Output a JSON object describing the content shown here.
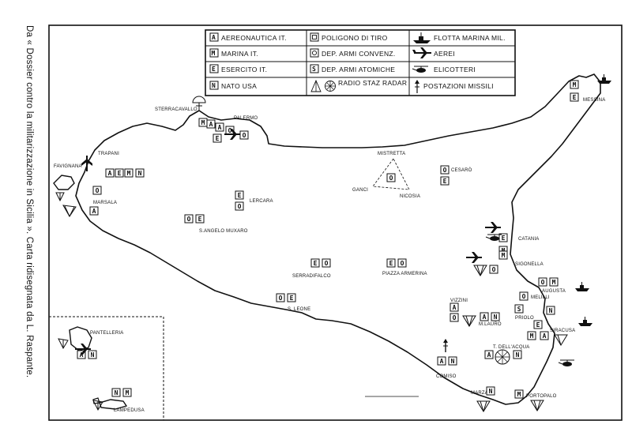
{
  "caption": "Da « Dossier contro la militarizzazione in Sicilia ». Carta ridisegnata da L. Raspante.",
  "legend": [
    {
      "code": "A",
      "label": "AEREONAUTICA IT."
    },
    {
      "code": "O",
      "label": "POLIGONO DI TIRO"
    },
    {
      "code": "",
      "label": "FLOTTA MARINA MIL."
    },
    {
      "code": "M",
      "label": "MARINA IT."
    },
    {
      "code": "O",
      "label": "DEP. ARMI CONVENZ."
    },
    {
      "code": "",
      "label": "AEREI"
    },
    {
      "code": "E",
      "label": "ESERCITO IT."
    },
    {
      "code": "S",
      "label": "DEP. ARMI ATOMICHE"
    },
    {
      "code": "",
      "label": "ELICOTTERI"
    },
    {
      "code": "N",
      "label": "NATO USA"
    },
    {
      "code": "",
      "label": "RADIO STAZ RADAR"
    },
    {
      "code": "",
      "label": "POSTAZIONI MISSILI"
    }
  ],
  "places": {
    "sterracavallo": "STERRACAVALLO",
    "palermo": "PALERMO",
    "trapani": "TRAPANI",
    "favignana": "FAVIGNANA",
    "marsala": "MARSALA",
    "lercara": "LERCARA",
    "sangelo": "S.ANGELO MUXARO",
    "mistretta": "MISTRETTA",
    "cesaro": "CESARÒ",
    "ganci": "GANCI",
    "nicosia": "NICOSIA",
    "messina": "MESSINA",
    "catania": "CATANIA",
    "sigonella": "SIGONELLA",
    "augusta": "AUGUSTA",
    "melilli": "MELILLI",
    "priolo": "PRIOLO",
    "siracusa": "SIRACUSA",
    "vizzini": "VIZZINI",
    "mlauro": "M.LAURO",
    "tdellacqua": "T. DELL'ACQUA",
    "comiso": "COMISO",
    "marza": "MARZA",
    "portopalo": "PORTOPALO",
    "serradifalco": "SERRADIFALCO",
    "piazzaarmerina": "PIAZZA ARMERINA",
    "sleone": "S. LEONE",
    "pantelleria": "PANTELLERIA",
    "lampedusa": "LAMPEDUSA"
  },
  "markers": {
    "sterracavallo": [
      "M",
      "A",
      "A",
      "O"
    ],
    "palermo": [
      "E",
      "O"
    ],
    "trapani": [
      "A",
      "E",
      "M",
      "N"
    ],
    "marsala": [
      "O",
      "A"
    ],
    "lercara": [
      "E",
      "O"
    ],
    "sangelo": [
      "O",
      "E"
    ],
    "mistretta": [
      "O"
    ],
    "cesaro": [
      "O",
      "E"
    ],
    "messina": [
      "M",
      "E"
    ],
    "catania": [
      "E",
      "M"
    ],
    "sigonella": [
      "M",
      "O"
    ],
    "augusta": [
      "O",
      "M"
    ],
    "melilli": [
      "O"
    ],
    "priolo": [
      "S"
    ],
    "siracusa": [
      "N",
      "E",
      "M",
      "A"
    ],
    "vizzini": [
      "A",
      "O",
      "A",
      "N"
    ],
    "tdellacqua": [
      "A",
      "N"
    ],
    "comiso": [
      "A",
      "N"
    ],
    "marza": [
      "N"
    ],
    "portopalo": [
      "M"
    ],
    "serradifalco": [
      "E",
      "O"
    ],
    "piazzaarmerina": [
      "E",
      "O"
    ],
    "sleone": [
      "O",
      "E"
    ],
    "pantelleria": [
      "A",
      "N"
    ],
    "lampedusa": [
      "N",
      "M"
    ]
  }
}
